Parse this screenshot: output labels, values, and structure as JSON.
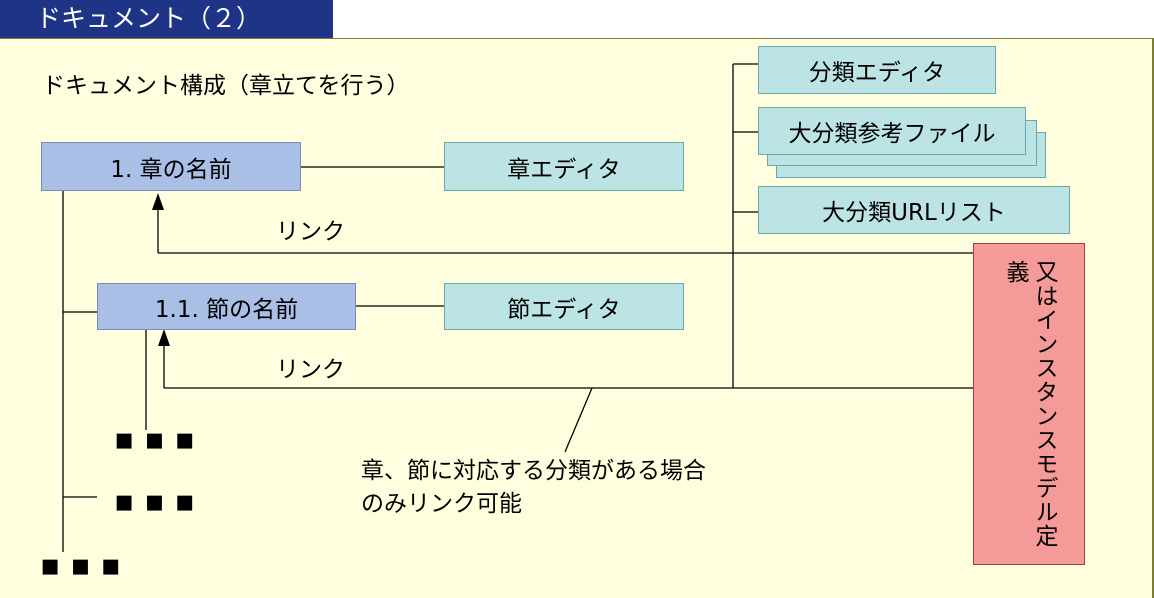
{
  "title": "ドキュメント（２）",
  "subtitle": "ドキュメント構成（章立てを行う）",
  "chapter_box": "1. 章の名前",
  "section_box": "1.1. 節の名前",
  "chapter_editor": "章エディタ",
  "section_editor": "節エディタ",
  "category_editor": "分類エディタ",
  "reference_file": "大分類参考ファイル",
  "url_list": "大分類URLリスト",
  "link_label_1": "リンク",
  "link_label_2": "リンク",
  "model_box": "又はインスタンスモデル定義",
  "note_line1": "章、節に対応する分類がある場合",
  "note_line2": "のみリンク可能",
  "dots": "▪▪▪",
  "colors": {
    "title_bg": "#1f3487",
    "panel_bg": "#ffffe0",
    "blue_box": "#a9bfe6",
    "teal_box": "#bde4e4",
    "red_box": "#f49a98"
  }
}
